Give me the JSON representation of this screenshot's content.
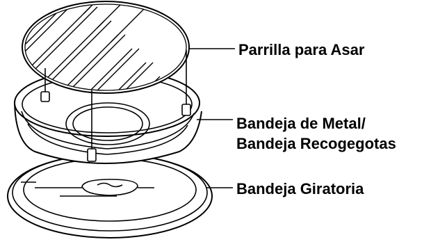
{
  "labels": {
    "grill_rack": "Parrilla para Asar",
    "metal_tray_line1": "Bandeja de Metal/",
    "metal_tray_line2": "Bandeja Recogegotas",
    "turntable": "Bandeja Giratoria"
  },
  "colors": {
    "stroke": "#000000",
    "background": "#ffffff"
  }
}
